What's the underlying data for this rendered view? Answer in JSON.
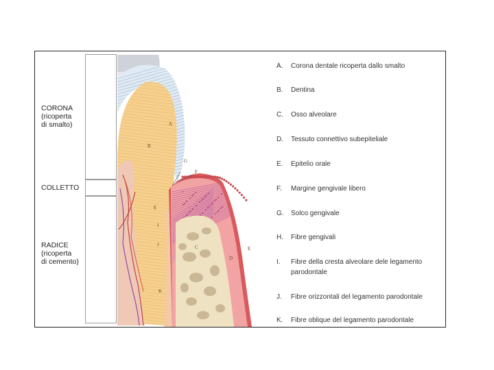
{
  "regions": {
    "crown": "CORONA\n(ricoperta\ndi smalto)",
    "neck": "COLLETTO",
    "root": "RADICE\n(ricoperta\ndi cemento)"
  },
  "figure_letters": {
    "A": "A",
    "B": "B",
    "C": "C",
    "D": "D",
    "E_inner": "E",
    "E_outer": "E",
    "F": "F",
    "G": "G",
    "I": "I",
    "J": "J",
    "K": "K"
  },
  "legend": [
    {
      "letter": "A.",
      "text": "Corona dentale ricoperta dallo smalto"
    },
    {
      "letter": "B.",
      "text": "Dentina"
    },
    {
      "letter": "C.",
      "text": "Osso alveolare"
    },
    {
      "letter": "D.",
      "text": "Tessuto connettivo subepiteliale"
    },
    {
      "letter": "E.",
      "text": "Epitelio orale"
    },
    {
      "letter": "F.",
      "text": "Margine gengivale libero"
    },
    {
      "letter": "G.",
      "text": "Solco gengivale"
    },
    {
      "letter": "H.",
      "text": "Fibre gengivali"
    },
    {
      "letter": "I.",
      "text": "Fibre della cresta alveolare dele legamento parodontale"
    },
    {
      "letter": "J.",
      "text": "Fibre orizzontali del legamento parodontale"
    },
    {
      "letter": "K.",
      "text": "Fibre oblique del legamento parodontale"
    }
  ],
  "colors": {
    "enamel": "#dfeaf4",
    "dentin": "#f6d08e",
    "pulp": "#efc9b5",
    "bone": "#efe2c2",
    "gingiva": "#f2a3a3",
    "epithelium": "#d9595c"
  }
}
